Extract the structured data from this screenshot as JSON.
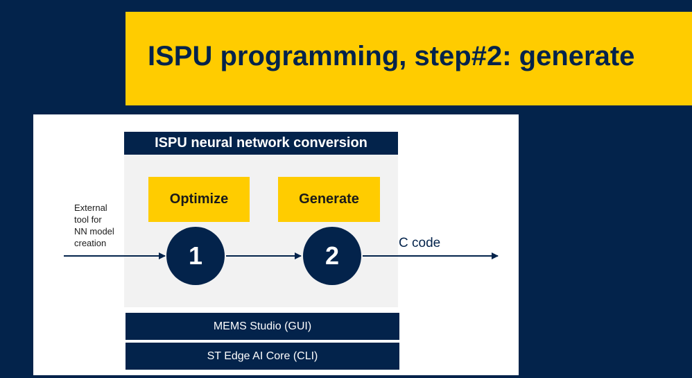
{
  "slide": {
    "title": "ISPU programming, step#2: generate"
  },
  "diagram": {
    "conversion_header": "ISPU neural network conversion",
    "optimize_label": "Optimize",
    "generate_label": "Generate",
    "step1_number": "1",
    "step2_number": "2",
    "input_label": "External\ntool for\nNN model\ncreation",
    "output_label": "C code",
    "gui_tool": "MEMS Studio (GUI)",
    "cli_tool": "ST Edge AI Core (CLI)"
  },
  "colors": {
    "navy": "#03234b",
    "yellow": "#ffcc00",
    "panel": "#ffffff",
    "box": "#f2f2f2"
  }
}
